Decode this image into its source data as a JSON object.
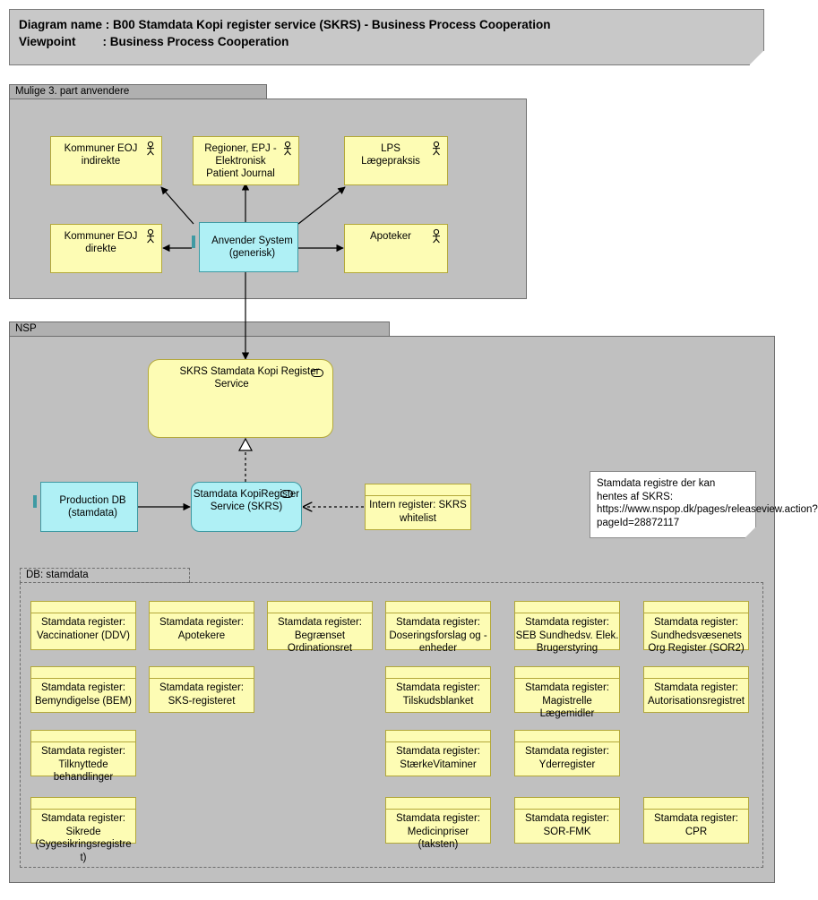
{
  "title": {
    "line1": "Diagram name : B00 Stamdata Kopi register service (SKRS) - Business Process Cooperation",
    "line2": "Viewpoint        : Business Process Cooperation"
  },
  "groups": {
    "third_party": {
      "label": "Mulige 3. part anvendere"
    },
    "nsp": {
      "label": "NSP"
    },
    "db_stamdata": {
      "label": "DB: stamdata"
    }
  },
  "actors": [
    {
      "name": "kommuner-eoj-indirekte",
      "label": "Kommuner EOJ indirekte"
    },
    {
      "name": "regioner-epj",
      "label": "Regioner, EPJ - Elektronisk Patient Journal"
    },
    {
      "name": "lps-laegepraksis",
      "label": "LPS Lægepraksis"
    },
    {
      "name": "kommuner-eoj-direkte",
      "label": "Kommuner EOJ direkte"
    },
    {
      "name": "apoteker",
      "label": "Apoteker"
    }
  ],
  "components": {
    "anvender_system": {
      "label": "Anvender System (generisk)"
    },
    "production_db": {
      "label": "Production DB (stamdata)"
    },
    "skrs_app_service": {
      "label": "Stamdata KopiRegister Service (SKRS)"
    }
  },
  "services": {
    "skrs_business_service": {
      "label": "SKRS Stamdata Kopi Register Service"
    }
  },
  "objects": {
    "intern_register": {
      "label": "Intern register: SKRS whitelist"
    }
  },
  "note": {
    "text": "Stamdata registre der kan hentes af SKRS: https://www.nspop.dk/pages/releaseview.action?pageId=28872117"
  },
  "registers": [
    {
      "name": "vaccinationer-ddv",
      "label": "Stamdata register: Vaccinationer (DDV)",
      "col": 0,
      "row": 0
    },
    {
      "name": "apotekere",
      "label": "Stamdata register: Apotekere",
      "col": 1,
      "row": 0
    },
    {
      "name": "begraenset-ordinationsret",
      "label": "Stamdata register: Begrænset Ordinationsret",
      "col": 2,
      "row": 0
    },
    {
      "name": "doseringsforslag-og-enheder",
      "label": "Stamdata register: Doseringsforslag og -enheder",
      "col": 3,
      "row": 0
    },
    {
      "name": "seb-sundhedsv-elek-brugerstyring",
      "label": "Stamdata register: SEB Sundhedsv. Elek. Brugerstyring",
      "col": 4,
      "row": 0
    },
    {
      "name": "sundhedsvaesenets-org-register-sor2",
      "label": "Stamdata register: Sundhedsvæsenets Org Register (SOR2)",
      "col": 5,
      "row": 0
    },
    {
      "name": "bemyndigelse-bem",
      "label": "Stamdata register: Bemyndigelse (BEM)",
      "col": 0,
      "row": 1
    },
    {
      "name": "sks-registeret",
      "label": "Stamdata register: SKS-registeret",
      "col": 1,
      "row": 1
    },
    {
      "name": "tilskudsblanket",
      "label": "Stamdata register: Tilskudsblanket",
      "col": 3,
      "row": 1
    },
    {
      "name": "magistrelle-laegemidler",
      "label": "Stamdata register: Magistrelle Lægemidler",
      "col": 4,
      "row": 1
    },
    {
      "name": "autorisationsregistret",
      "label": "Stamdata register: Autorisationsregistret",
      "col": 5,
      "row": 1
    },
    {
      "name": "tilknyttede-behandlinger",
      "label": "Stamdata register: Tilknyttede behandlinger",
      "col": 0,
      "row": 2
    },
    {
      "name": "staerkevitaminer",
      "label": "Stamdata register: StærkeVitaminer",
      "col": 3,
      "row": 2
    },
    {
      "name": "yderregister",
      "label": "Stamdata register: Yderregister",
      "col": 4,
      "row": 2
    },
    {
      "name": "sikrede-sygesikringsregistret",
      "label": "Stamdata register: Sikrede (Sygesikringsregistre t)",
      "col": 0,
      "row": 3
    },
    {
      "name": "medicinpriser-taksten",
      "label": "Stamdata register: Medicinpriser (taksten)",
      "col": 3,
      "row": 3
    },
    {
      "name": "sor-fmk",
      "label": "Stamdata register: SOR-FMK",
      "col": 4,
      "row": 3
    },
    {
      "name": "cpr",
      "label": "Stamdata register: CPR",
      "col": 5,
      "row": 3
    }
  ],
  "colors": {
    "business_yellow": "#fdfcb4",
    "yellow_border": "#b3a83a",
    "application_cyan": "#aff0f5",
    "cyan_border": "#3f9aa3",
    "group_fill": "#c0c0c0",
    "group_tab": "#b0b0b0",
    "banner": "#c8c8c8"
  }
}
